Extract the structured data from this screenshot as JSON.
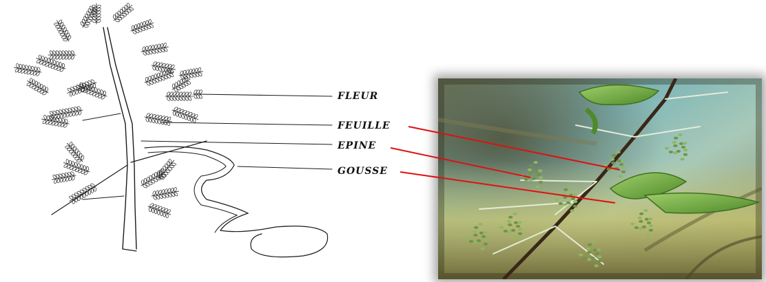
{
  "labels": {
    "fleur": "FLEUR",
    "feuille": "FEUILLE",
    "epine": "EPINE",
    "gousse": "GOUSSE"
  },
  "colors": {
    "pointer_red": "#e01010",
    "ink": "#1a1a1a"
  }
}
